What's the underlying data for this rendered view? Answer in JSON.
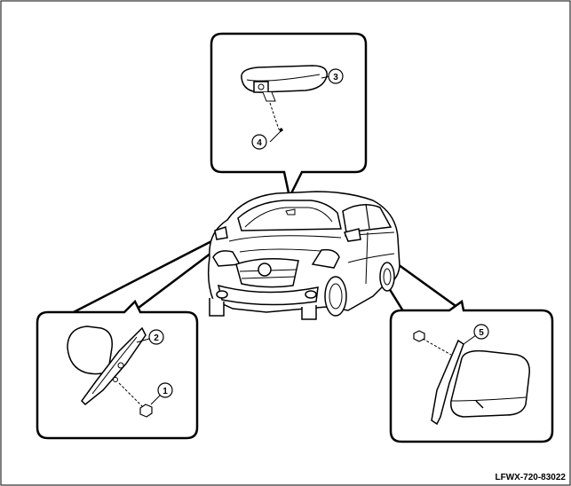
{
  "figure_code": "LFWX-720-83022",
  "callouts": [
    "1",
    "2",
    "3",
    "4",
    "5"
  ]
}
